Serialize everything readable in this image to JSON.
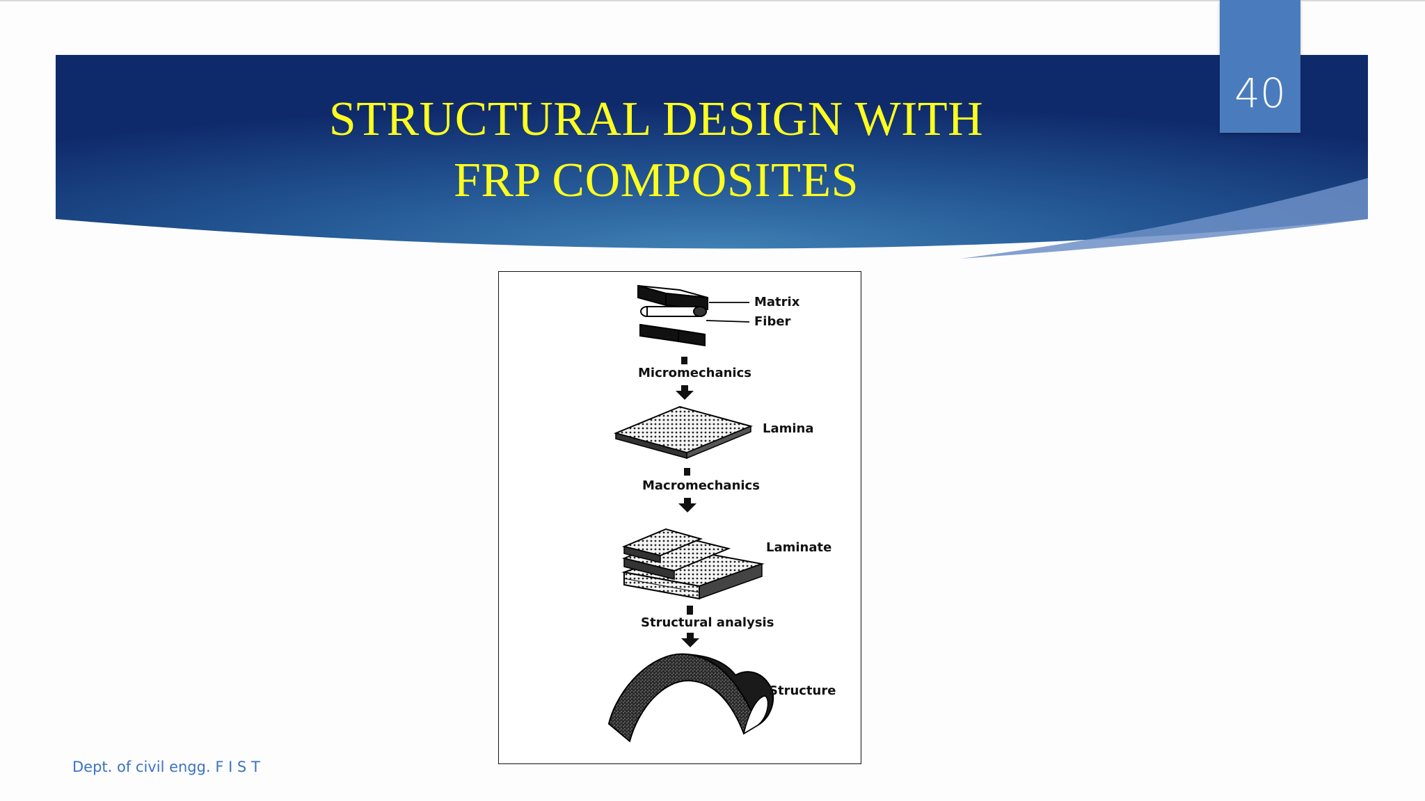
{
  "slide": {
    "title_line1": "STRUCTURAL DESIGN WITH",
    "title_line2": "FRP COMPOSITES",
    "page_number": "40",
    "footer": "Dept. of civil engg. F I S T"
  },
  "figure": {
    "matrix_label": "Matrix",
    "fiber_label": "Fiber",
    "micromechanics_label": "Micromechanics",
    "lamina_label": "Lamina",
    "macromechanics_label": "Macromechanics",
    "laminate_label": "Laminate",
    "structural_analysis_label": "Structural analysis",
    "structure_label": "Structure"
  },
  "colors": {
    "banner_dark": "#0f2a6b",
    "banner_light": "#3f7fb3",
    "title": "#ffff1f",
    "page_tab": "#4a7cbd",
    "footer": "#3b73c2"
  }
}
